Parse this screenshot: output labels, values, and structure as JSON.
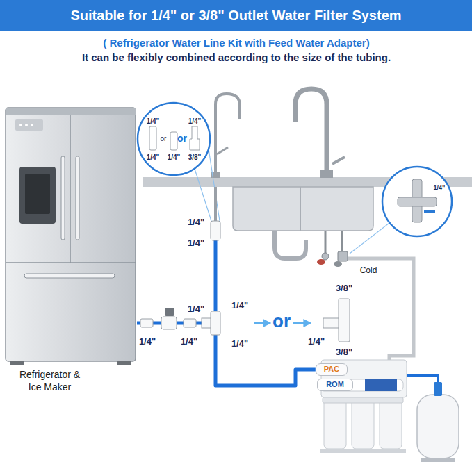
{
  "diagram": {
    "title": "Suitable for 1/4\" or 3/8\" Outlet Water Filter System",
    "nodes": [
      {
        "text": [
          "Refrigerator & Ice Maker"
        ]
      },
      {
        "text": [
          "PAC"
        ]
      },
      {
        "text": [
          "ROM"
        ]
      }
    ],
    "edges": [
      {
        "from": 1,
        "to": 0,
        "arrow": "none"
      }
    ],
    "labels": [
      "( Refrigerator Water Line Kit with Feed Water Adapter)",
      "It can be flexibly combined according to the size of the tubing.",
      "1/4\"",
      "1/4\"",
      "or",
      "1/4\"",
      "or",
      "1/4\"",
      "3/8\"",
      "1/4\"",
      "1/4\"",
      "Cold",
      "1/4\"",
      "1/4\"",
      "1/4\"",
      "1/4\"",
      "1/4\"",
      "1/4\"",
      "or",
      "3/8\"",
      "1/4\"",
      "3/8\""
    ]
  }
}
